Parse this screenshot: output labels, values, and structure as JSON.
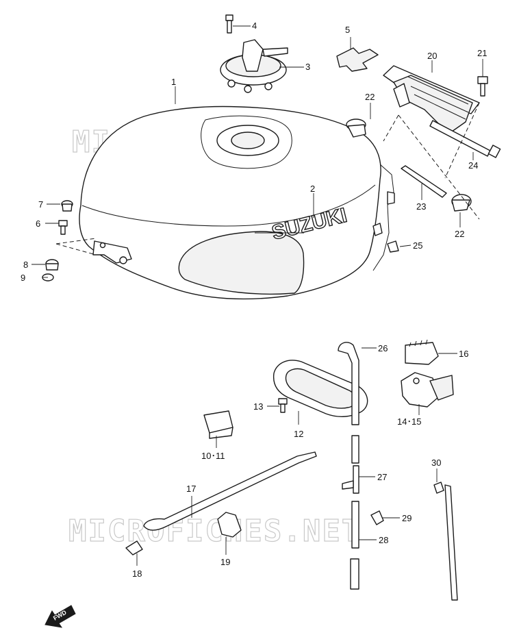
{
  "watermark": {
    "text": "MICROFICHES.NET",
    "color": "#c8c8c8"
  },
  "tank_brand": "SUZUKI",
  "fwd_label": "FWD",
  "callouts": {
    "c1": "1",
    "c2": "2",
    "c3": "3",
    "c4": "4",
    "c5": "5",
    "c6": "6",
    "c7": "7",
    "c8": "8",
    "c9": "9",
    "c10_11": "10･11",
    "c12": "12",
    "c13": "13",
    "c14_15": "14･15",
    "c16": "16",
    "c17": "17",
    "c18": "18",
    "c19": "19",
    "c20": "20",
    "c21": "21",
    "c22a": "22",
    "c22b": "22",
    "c23": "23",
    "c24": "24",
    "c25": "25",
    "c26": "26",
    "c27": "27",
    "c28": "28",
    "c29": "29",
    "c30": "30"
  }
}
